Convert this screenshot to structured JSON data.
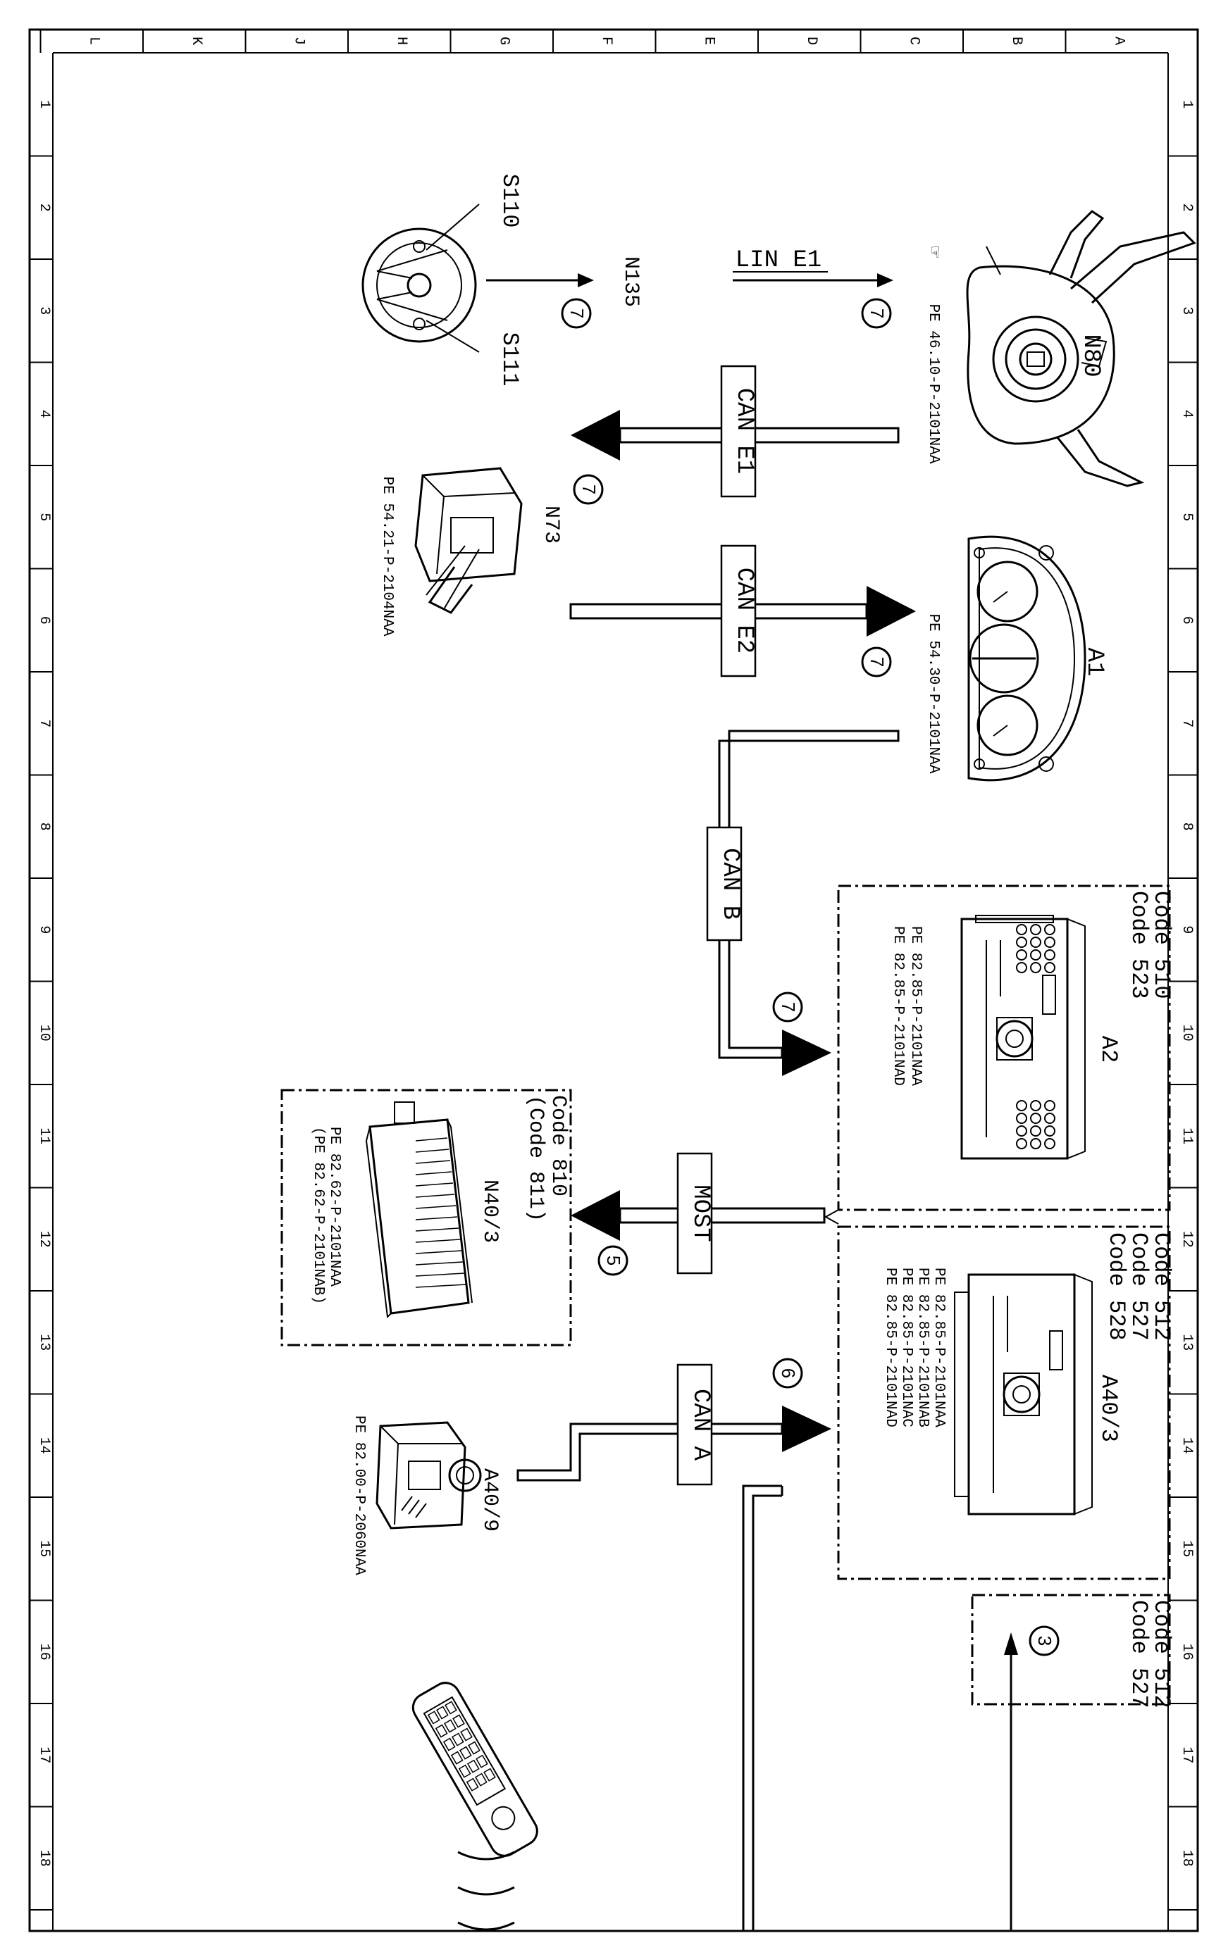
{
  "frame": {
    "column_letters": [
      "A",
      "B",
      "C",
      "D",
      "E",
      "F",
      "G",
      "H",
      "J",
      "K",
      "L"
    ],
    "row_numbers": [
      "1",
      "2",
      "3",
      "4",
      "5",
      "6",
      "7",
      "8",
      "9",
      "10",
      "11",
      "12",
      "13",
      "14",
      "15",
      "16",
      "17",
      "18"
    ]
  },
  "components": {
    "n80": {
      "code": "N80",
      "ref": "PE 46.10-P-2101NAA"
    },
    "s110": {
      "code": "S110"
    },
    "s111": {
      "code": "S111"
    },
    "n135": {
      "code": "N135"
    },
    "n73": {
      "code": "N73",
      "ref": "PE 54.21-P-2104NAA"
    },
    "a1": {
      "code": "A1",
      "ref": "PE 54.30-P-2101NAA"
    },
    "a2": {
      "code": "A2",
      "codes": [
        "Code 510",
        "Code 523"
      ],
      "refs": [
        "PE 82.85-P-2101NAA",
        "PE 82.85-P-2101NAD"
      ]
    },
    "a40_3": {
      "code": "A40/3",
      "codes": [
        "Code 512",
        "Code 527",
        "Code 528"
      ],
      "refs": [
        "PE 82.85-P-2101NAA",
        "PE 82.85-P-2101NAB",
        "PE 82.85-P-2101NAC",
        "PE 82.85-P-2101NAD"
      ]
    },
    "n40_3": {
      "code": "N40/3",
      "codes": [
        "Code 810",
        "(Code 811)"
      ],
      "refs": [
        "PE 82.62-P-2101NAA",
        "(PE 82.62-P-2101NAB)"
      ]
    },
    "a40_9": {
      "code": "A40/9",
      "ref": "PE 82.00-P-2060NAA"
    },
    "box_b16": {
      "codes": [
        "Code 512",
        "Code 527"
      ]
    }
  },
  "buses": {
    "lin_e1": "LIN E1",
    "can_e1": "CAN E1",
    "can_e2": "CAN E2",
    "can_b": "CAN B",
    "most": "MOST",
    "can_a": "CAN A"
  },
  "circled": {
    "n80": "7",
    "n135": "7",
    "n73": "7",
    "a1": "7",
    "a2": "7",
    "n40_3": "5",
    "a40_3": "6",
    "box_b16": "3"
  }
}
